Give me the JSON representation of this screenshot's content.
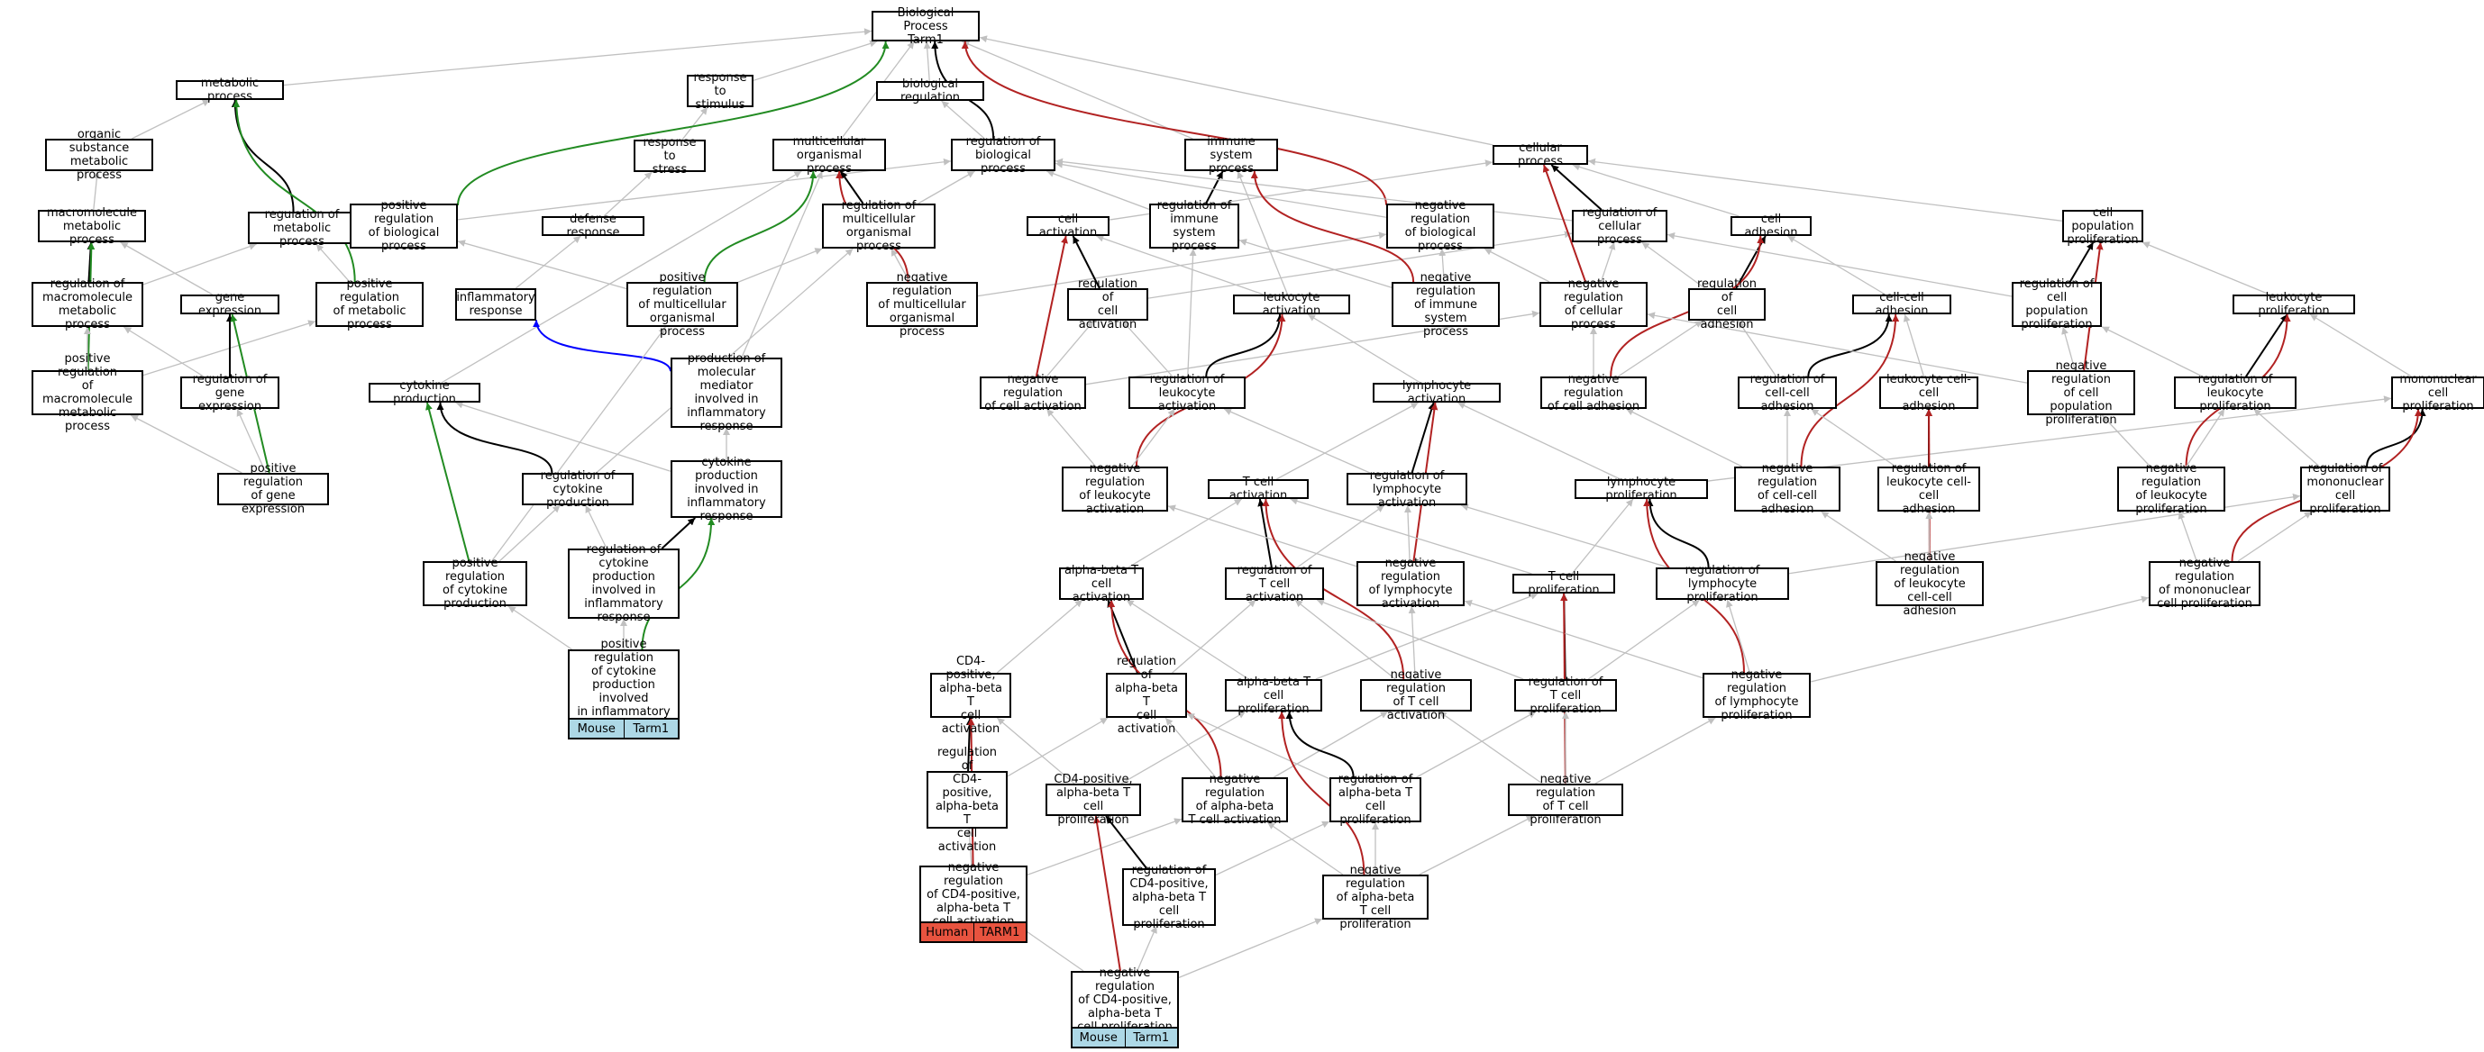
{
  "colors": {
    "default_edge": "#c0c0c0",
    "is_a_edge": "#000000",
    "negative_regulation_edge": "#b22222",
    "positive_regulation_edge": "#228b22",
    "produces_edge": "#0000ff",
    "mouse_annotation": "#add8e6",
    "human_annotation": "#e8533f"
  },
  "nodes": [
    {
      "id": "bp",
      "label": "Biological Process\nTarm1"
    },
    {
      "id": "mp",
      "label": "metabolic process"
    },
    {
      "id": "osmp",
      "label": "organic substance\nmetabolic process"
    },
    {
      "id": "mmp",
      "label": "macromolecule\nmetabolic process"
    },
    {
      "id": "rmp",
      "label": "regulation of\nmetabolic process"
    },
    {
      "id": "rmmp",
      "label": "regulation of\nmacromolecule\nmetabolic process"
    },
    {
      "id": "ge",
      "label": "gene expression"
    },
    {
      "id": "prmp",
      "label": "positive regulation\nof metabolic\nprocess"
    },
    {
      "id": "prmmp",
      "label": "positive regulation\nof macromolecule\nmetabolic process"
    },
    {
      "id": "rge",
      "label": "regulation of\ngene expression"
    },
    {
      "id": "prge",
      "label": "positive regulation\nof gene expression"
    },
    {
      "id": "rts",
      "label": "response to\nstimulus"
    },
    {
      "id": "rtstress",
      "label": "response to\nstress"
    },
    {
      "id": "dr",
      "label": "defense response"
    },
    {
      "id": "ir",
      "label": "inflammatory\nresponse"
    },
    {
      "id": "prbp",
      "label": "positive regulation\nof biological\nprocess"
    },
    {
      "id": "breg",
      "label": "biological regulation"
    },
    {
      "id": "mop",
      "label": "multicellular\norganismal process"
    },
    {
      "id": "rbp",
      "label": "regulation of\nbiological process"
    },
    {
      "id": "isp",
      "label": "immune system\nprocess"
    },
    {
      "id": "cp",
      "label": "cellular process"
    },
    {
      "id": "rmop",
      "label": "regulation of\nmulticellular\norganismal process"
    },
    {
      "id": "prmop",
      "label": "positive regulation\nof multicellular\norganismal process"
    },
    {
      "id": "nrmop",
      "label": "negative regulation\nof multicellular\norganismal process"
    },
    {
      "id": "ca",
      "label": "cell activation"
    },
    {
      "id": "risp",
      "label": "regulation of\nimmune system\nprocess"
    },
    {
      "id": "nrbp",
      "label": "negative regulation\nof biological\nprocess"
    },
    {
      "id": "rcp",
      "label": "regulation of\ncellular process"
    },
    {
      "id": "cadh",
      "label": "cell adhesion"
    },
    {
      "id": "cpp",
      "label": "cell population\nproliferation"
    },
    {
      "id": "rca",
      "label": "regulation of\ncell activation"
    },
    {
      "id": "la",
      "label": "leukocyte activation"
    },
    {
      "id": "nrisp",
      "label": "negative regulation\nof immune system\nprocess"
    },
    {
      "id": "nrcp",
      "label": "negative regulation\nof cellular\nprocess"
    },
    {
      "id": "rcadh",
      "label": "regulation of\ncell adhesion"
    },
    {
      "id": "ccadh",
      "label": "cell-cell adhesion"
    },
    {
      "id": "rcpp",
      "label": "regulation of\ncell population\nproliferation"
    },
    {
      "id": "lp",
      "label": "leukocyte proliferation"
    },
    {
      "id": "cyp",
      "label": "cytokine production"
    },
    {
      "id": "pmm",
      "label": "production of\nmolecular mediator\ninvolved in\ninflammatory\nresponse"
    },
    {
      "id": "nrca",
      "label": "negative regulation\nof cell activation"
    },
    {
      "id": "rla",
      "label": "regulation of\nleukocyte activation"
    },
    {
      "id": "lya",
      "label": "lymphocyte activation"
    },
    {
      "id": "nrcadh",
      "label": "negative regulation\nof cell adhesion"
    },
    {
      "id": "rccadh",
      "label": "regulation of\ncell-cell adhesion"
    },
    {
      "id": "lccadh",
      "label": "leukocyte cell-cell\nadhesion"
    },
    {
      "id": "nrcpp",
      "label": "negative regulation\nof cell population\nproliferation"
    },
    {
      "id": "rlp",
      "label": "regulation of\nleukocyte proliferation"
    },
    {
      "id": "mcp",
      "label": "mononuclear\ncell proliferation"
    },
    {
      "id": "rcyp",
      "label": "regulation of\ncytokine production"
    },
    {
      "id": "cpir",
      "label": "cytokine production\ninvolved in\ninflammatory\nresponse"
    },
    {
      "id": "nrla",
      "label": "negative regulation\nof leukocyte\nactivation"
    },
    {
      "id": "tca",
      "label": "T cell activation"
    },
    {
      "id": "rlya",
      "label": "regulation of\nlymphocyte activation"
    },
    {
      "id": "lyp",
      "label": "lymphocyte proliferation"
    },
    {
      "id": "nrccadh",
      "label": "negative regulation\nof cell-cell\nadhesion"
    },
    {
      "id": "rlccadh",
      "label": "regulation of\nleukocyte cell-cell\nadhesion"
    },
    {
      "id": "nrlp",
      "label": "negative regulation\nof leukocyte\nproliferation"
    },
    {
      "id": "rmcp",
      "label": "regulation of\nmononuclear\ncell proliferation"
    },
    {
      "id": "prcyp",
      "label": "positive regulation\nof cytokine\nproduction"
    },
    {
      "id": "rcpir",
      "label": "regulation of\ncytokine production\ninvolved in\ninflammatory\nresponse"
    },
    {
      "id": "abtca",
      "label": "alpha-beta T\ncell activation"
    },
    {
      "id": "rtca",
      "label": "regulation of\nT cell activation"
    },
    {
      "id": "nrlya",
      "label": "negative regulation\nof lymphocyte\nactivation"
    },
    {
      "id": "tcp",
      "label": "T cell proliferation"
    },
    {
      "id": "rlyp",
      "label": "regulation of\nlymphocyte proliferation"
    },
    {
      "id": "nrlccadh",
      "label": "negative regulation\nof leukocyte\ncell-cell adhesion"
    },
    {
      "id": "nrmcp",
      "label": "negative regulation\nof mononuclear\ncell proliferation"
    },
    {
      "id": "prcpir",
      "label": "positive regulation\nof cytokine\nproduction involved\nin inflammatory\nresponse"
    },
    {
      "id": "cd4abtca",
      "label": "CD4-positive,\nalpha-beta T\ncell activation"
    },
    {
      "id": "rabtca",
      "label": "regulation of\nalpha-beta T\ncell activation"
    },
    {
      "id": "abtcp",
      "label": "alpha-beta T\ncell proliferation"
    },
    {
      "id": "nrtca",
      "label": "negative regulation\nof T cell activation"
    },
    {
      "id": "rtcp",
      "label": "regulation of\nT cell proliferation"
    },
    {
      "id": "nrlyp",
      "label": "negative regulation\nof lymphocyte\nproliferation"
    },
    {
      "id": "rcd4abtca",
      "label": "regulation of\nCD4-positive,\nalpha-beta T\ncell activation"
    },
    {
      "id": "cd4abtcp",
      "label": "CD4-positive,\nalpha-beta T\ncell proliferation"
    },
    {
      "id": "nrabtca",
      "label": "negative regulation\nof alpha-beta\nT cell activation"
    },
    {
      "id": "rabtcp",
      "label": "regulation of\nalpha-beta T\ncell proliferation"
    },
    {
      "id": "nrtcp",
      "label": "negative regulation\nof T cell proliferation"
    },
    {
      "id": "nrcd4abtca",
      "label": "negative regulation\nof CD4-positive,\nalpha-beta T\ncell activation"
    },
    {
      "id": "rcd4abtcp",
      "label": "regulation of\nCD4-positive,\nalpha-beta T\ncell proliferation"
    },
    {
      "id": "nrabtcp",
      "label": "negative regulation\nof alpha-beta\nT cell proliferation"
    },
    {
      "id": "nrcd4abtcp",
      "label": "negative regulation\nof CD4-positive,\nalpha-beta T\ncell proliferation"
    }
  ],
  "annotations": [
    {
      "node": "prcpir",
      "species": "Mouse",
      "gene": "Tarm1",
      "color": "#add8e6"
    },
    {
      "node": "nrcd4abtca",
      "species": "Human",
      "gene": "TARM1",
      "color": "#e8533f"
    },
    {
      "node": "nrcd4abtcp",
      "species": "Mouse",
      "gene": "Tarm1",
      "color": "#add8e6"
    }
  ],
  "edges": [
    [
      "mp",
      "bp",
      "g"
    ],
    [
      "osmp",
      "mp",
      "g"
    ],
    [
      "mmp",
      "osmp",
      "g"
    ],
    [
      "rmp",
      "mp",
      "k"
    ],
    [
      "rmmp",
      "mmp",
      "k"
    ],
    [
      "rmmp",
      "rmp",
      "g"
    ],
    [
      "ge",
      "mmp",
      "g"
    ],
    [
      "prmp",
      "rmp",
      "g"
    ],
    [
      "prmp",
      "mp",
      "gr"
    ],
    [
      "prmmp",
      "mmp",
      "gr"
    ],
    [
      "prmmp",
      "rmmp",
      "g"
    ],
    [
      "prmmp",
      "prmp",
      "g"
    ],
    [
      "rge",
      "ge",
      "k"
    ],
    [
      "rge",
      "rmmp",
      "g"
    ],
    [
      "prge",
      "rge",
      "g"
    ],
    [
      "prge",
      "ge",
      "gr"
    ],
    [
      "prge",
      "prmmp",
      "g"
    ],
    [
      "rts",
      "bp",
      "g"
    ],
    [
      "rtstress",
      "rts",
      "g"
    ],
    [
      "dr",
      "rtstress",
      "g"
    ],
    [
      "ir",
      "dr",
      "g"
    ],
    [
      "prbp",
      "bp",
      "gr"
    ],
    [
      "prbp",
      "rbp",
      "g"
    ],
    [
      "breg",
      "bp",
      "g"
    ],
    [
      "mop",
      "bp",
      "g"
    ],
    [
      "rbp",
      "breg",
      "g"
    ],
    [
      "rbp",
      "bp",
      "k"
    ],
    [
      "isp",
      "bp",
      "g"
    ],
    [
      "cp",
      "bp",
      "g"
    ],
    [
      "rmop",
      "mop",
      "k"
    ],
    [
      "rmop",
      "rbp",
      "g"
    ],
    [
      "prmop",
      "mop",
      "gr"
    ],
    [
      "prmop",
      "rmop",
      "g"
    ],
    [
      "prmop",
      "prbp",
      "g"
    ],
    [
      "nrmop",
      "mop",
      "r"
    ],
    [
      "nrmop",
      "rmop",
      "g"
    ],
    [
      "nrmop",
      "nrbp",
      "g"
    ],
    [
      "ca",
      "cp",
      "g"
    ],
    [
      "risp",
      "isp",
      "k"
    ],
    [
      "risp",
      "rbp",
      "g"
    ],
    [
      "nrbp",
      "rbp",
      "g"
    ],
    [
      "nrbp",
      "bp",
      "r"
    ],
    [
      "rcp",
      "cp",
      "k"
    ],
    [
      "rcp",
      "rbp",
      "g"
    ],
    [
      "cadh",
      "cp",
      "g"
    ],
    [
      "cpp",
      "cp",
      "g"
    ],
    [
      "rca",
      "ca",
      "k"
    ],
    [
      "rca",
      "rcp",
      "g"
    ],
    [
      "la",
      "isp",
      "g"
    ],
    [
      "la",
      "ca",
      "g"
    ],
    [
      "nrisp",
      "isp",
      "r"
    ],
    [
      "nrisp",
      "risp",
      "g"
    ],
    [
      "nrisp",
      "nrbp",
      "g"
    ],
    [
      "nrcp",
      "cp",
      "r"
    ],
    [
      "nrcp",
      "rcp",
      "g"
    ],
    [
      "nrcp",
      "nrbp",
      "g"
    ],
    [
      "rcadh",
      "cadh",
      "k"
    ],
    [
      "rcadh",
      "rcp",
      "g"
    ],
    [
      "ccadh",
      "cadh",
      "g"
    ],
    [
      "rcpp",
      "cpp",
      "k"
    ],
    [
      "rcpp",
      "rcp",
      "g"
    ],
    [
      "lp",
      "cpp",
      "g"
    ],
    [
      "cyp",
      "mop",
      "g"
    ],
    [
      "pmm",
      "ir",
      "b"
    ],
    [
      "pmm",
      "mop",
      "g"
    ],
    [
      "nrca",
      "ca",
      "r"
    ],
    [
      "nrca",
      "rca",
      "g"
    ],
    [
      "nrca",
      "nrcp",
      "g"
    ],
    [
      "rla",
      "la",
      "k"
    ],
    [
      "rla",
      "rca",
      "g"
    ],
    [
      "rla",
      "risp",
      "g"
    ],
    [
      "lya",
      "la",
      "g"
    ],
    [
      "nrcadh",
      "cadh",
      "r"
    ],
    [
      "nrcadh",
      "rcadh",
      "g"
    ],
    [
      "nrcadh",
      "nrcp",
      "g"
    ],
    [
      "rccadh",
      "ccadh",
      "k"
    ],
    [
      "rccadh",
      "rcadh",
      "g"
    ],
    [
      "lccadh",
      "ccadh",
      "g"
    ],
    [
      "nrcpp",
      "cpp",
      "r"
    ],
    [
      "nrcpp",
      "rcpp",
      "g"
    ],
    [
      "nrcpp",
      "nrcp",
      "g"
    ],
    [
      "rlp",
      "lp",
      "k"
    ],
    [
      "rlp",
      "rcpp",
      "g"
    ],
    [
      "mcp",
      "lp",
      "g"
    ],
    [
      "rcyp",
      "cyp",
      "k"
    ],
    [
      "rcyp",
      "rmop",
      "g"
    ],
    [
      "cpir",
      "pmm",
      "g"
    ],
    [
      "cpir",
      "cyp",
      "g"
    ],
    [
      "nrla",
      "la",
      "r"
    ],
    [
      "nrla",
      "rla",
      "g"
    ],
    [
      "nrla",
      "nrca",
      "g"
    ],
    [
      "tca",
      "lya",
      "g"
    ],
    [
      "rlya",
      "lya",
      "k"
    ],
    [
      "rlya",
      "rla",
      "g"
    ],
    [
      "lyp",
      "lya",
      "g"
    ],
    [
      "lyp",
      "mcp",
      "g"
    ],
    [
      "nrccadh",
      "ccadh",
      "r"
    ],
    [
      "nrccadh",
      "rccadh",
      "g"
    ],
    [
      "nrccadh",
      "nrcadh",
      "g"
    ],
    [
      "rlccadh",
      "lccadh",
      "k"
    ],
    [
      "rlccadh",
      "rccadh",
      "g"
    ],
    [
      "nrlp",
      "lp",
      "r"
    ],
    [
      "nrlp",
      "rlp",
      "g"
    ],
    [
      "nrlp",
      "nrcpp",
      "g"
    ],
    [
      "rmcp",
      "mcp",
      "k"
    ],
    [
      "rmcp",
      "rlp",
      "g"
    ],
    [
      "prcyp",
      "cyp",
      "gr"
    ],
    [
      "prcyp",
      "rcyp",
      "g"
    ],
    [
      "prcyp",
      "prmop",
      "g"
    ],
    [
      "rcpir",
      "cpir",
      "k"
    ],
    [
      "rcpir",
      "rcyp",
      "g"
    ],
    [
      "abtca",
      "tca",
      "g"
    ],
    [
      "rtca",
      "tca",
      "k"
    ],
    [
      "rtca",
      "rlya",
      "g"
    ],
    [
      "nrlya",
      "lya",
      "r"
    ],
    [
      "nrlya",
      "rlya",
      "g"
    ],
    [
      "nrlya",
      "nrla",
      "g"
    ],
    [
      "tcp",
      "lyp",
      "g"
    ],
    [
      "tcp",
      "tca",
      "g"
    ],
    [
      "rlyp",
      "lyp",
      "k"
    ],
    [
      "rlyp",
      "rlya",
      "g"
    ],
    [
      "rlyp",
      "rmcp",
      "g"
    ],
    [
      "nrlccadh",
      "lccadh",
      "r"
    ],
    [
      "nrlccadh",
      "rlccadh",
      "g"
    ],
    [
      "nrlccadh",
      "nrccadh",
      "g"
    ],
    [
      "nrmcp",
      "mcp",
      "r"
    ],
    [
      "nrmcp",
      "rmcp",
      "g"
    ],
    [
      "nrmcp",
      "nrlp",
      "g"
    ],
    [
      "prcpir",
      "cpir",
      "gr"
    ],
    [
      "prcpir",
      "rcpir",
      "g"
    ],
    [
      "prcpir",
      "prcyp",
      "g"
    ],
    [
      "cd4abtca",
      "abtca",
      "g"
    ],
    [
      "rabtca",
      "abtca",
      "k"
    ],
    [
      "rabtca",
      "rtca",
      "g"
    ],
    [
      "abtcp",
      "tcp",
      "g"
    ],
    [
      "abtcp",
      "abtca",
      "g"
    ],
    [
      "nrtca",
      "tca",
      "r"
    ],
    [
      "nrtca",
      "rtca",
      "g"
    ],
    [
      "nrtca",
      "nrlya",
      "g"
    ],
    [
      "rtcp",
      "tcp",
      "k"
    ],
    [
      "rtcp",
      "rtca",
      "g"
    ],
    [
      "rtcp",
      "rlyp",
      "g"
    ],
    [
      "nrlyp",
      "lyp",
      "r"
    ],
    [
      "nrlyp",
      "rlyp",
      "g"
    ],
    [
      "nrlyp",
      "nrlya",
      "g"
    ],
    [
      "nrlyp",
      "nrmcp",
      "g"
    ],
    [
      "rcd4abtca",
      "cd4abtca",
      "k"
    ],
    [
      "rcd4abtca",
      "rabtca",
      "g"
    ],
    [
      "cd4abtcp",
      "abtcp",
      "g"
    ],
    [
      "cd4abtcp",
      "cd4abtca",
      "g"
    ],
    [
      "nrabtca",
      "abtca",
      "r"
    ],
    [
      "nrabtca",
      "rabtca",
      "g"
    ],
    [
      "nrabtca",
      "nrtca",
      "g"
    ],
    [
      "rabtcp",
      "abtcp",
      "k"
    ],
    [
      "rabtcp",
      "rabtca",
      "g"
    ],
    [
      "rabtcp",
      "rtcp",
      "g"
    ],
    [
      "nrtcp",
      "tcp",
      "r"
    ],
    [
      "nrtcp",
      "rtcp",
      "g"
    ],
    [
      "nrtcp",
      "nrlyp",
      "g"
    ],
    [
      "nrtcp",
      "nrtca",
      "g"
    ],
    [
      "nrcd4abtca",
      "cd4abtca",
      "r"
    ],
    [
      "nrcd4abtca",
      "rcd4abtca",
      "g"
    ],
    [
      "nrcd4abtca",
      "nrabtca",
      "g"
    ],
    [
      "rcd4abtcp",
      "cd4abtcp",
      "k"
    ],
    [
      "rcd4abtcp",
      "rabtcp",
      "g"
    ],
    [
      "nrabtcp",
      "abtcp",
      "r"
    ],
    [
      "nrabtcp",
      "rabtcp",
      "g"
    ],
    [
      "nrabtcp",
      "nrtcp",
      "g"
    ],
    [
      "nrabtcp",
      "nrabtca",
      "g"
    ],
    [
      "nrcd4abtcp",
      "cd4abtcp",
      "r"
    ],
    [
      "nrcd4abtcp",
      "rcd4abtcp",
      "g"
    ],
    [
      "nrcd4abtcp",
      "nrabtcp",
      "g"
    ],
    [
      "nrcd4abtcp",
      "nrcd4abtca",
      "g"
    ]
  ]
}
